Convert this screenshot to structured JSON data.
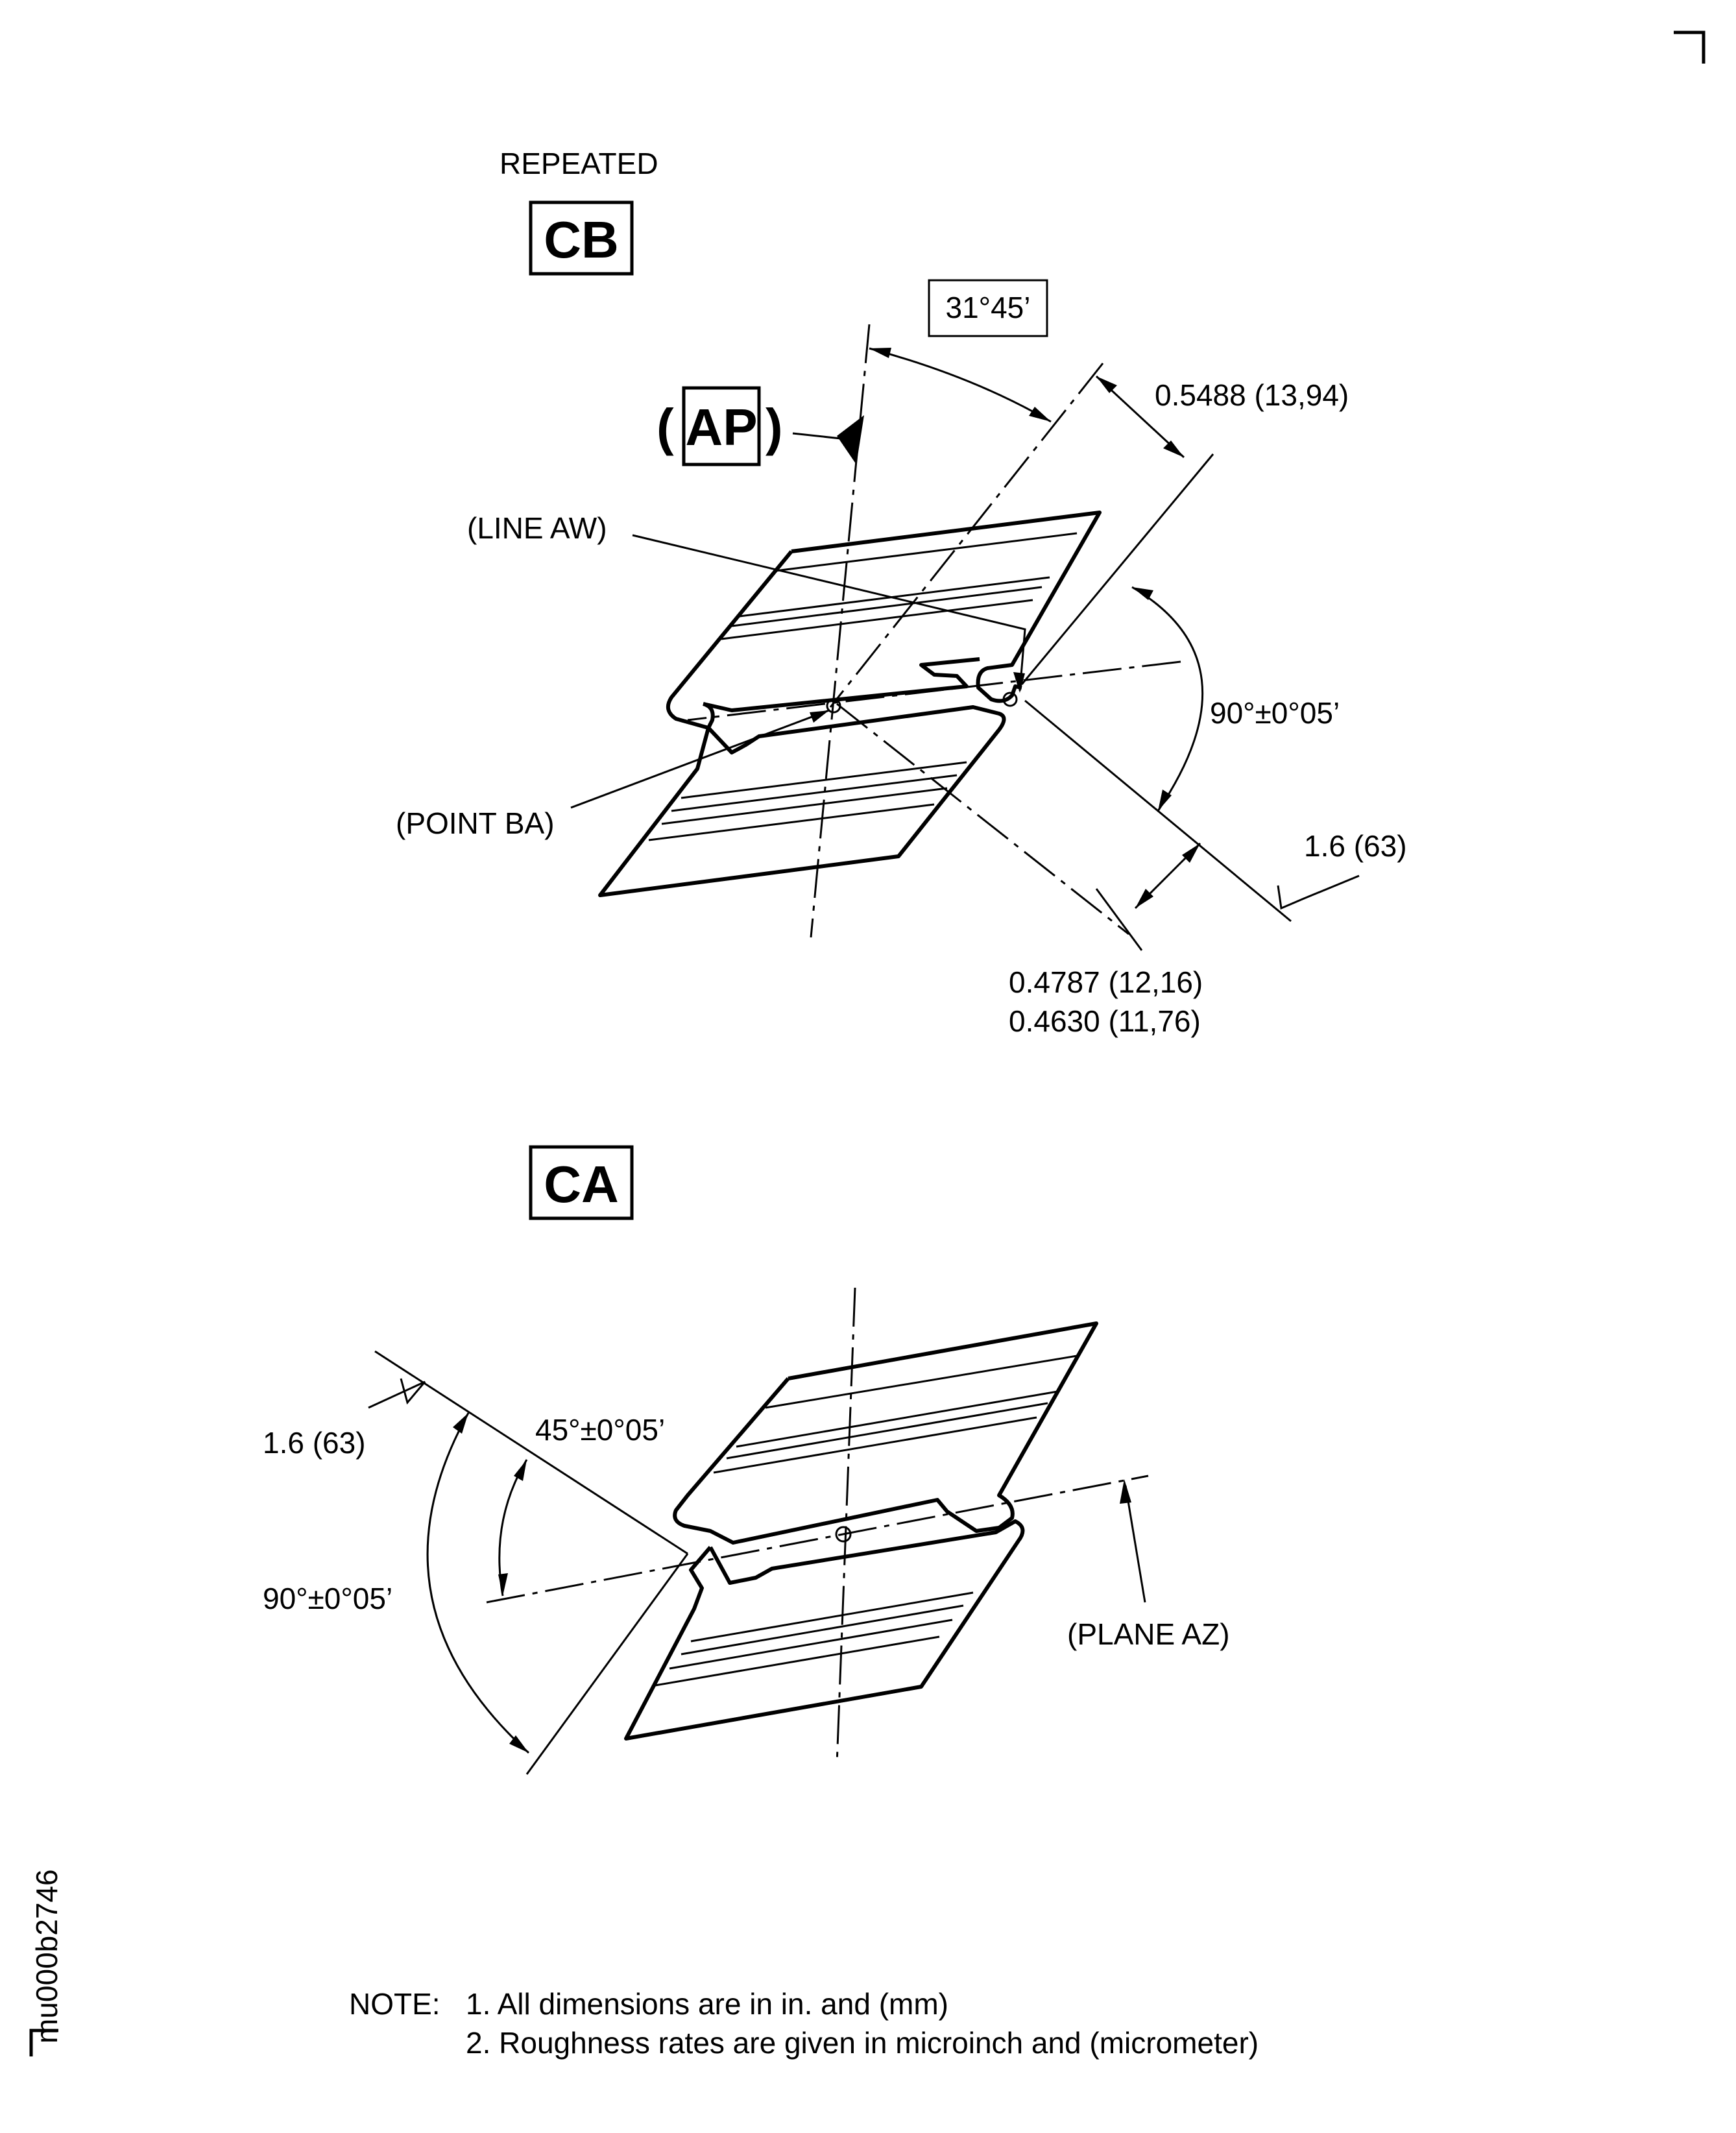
{
  "labels": {
    "repeated": "REPEATED",
    "view_cb": "CB",
    "view_ca": "CA",
    "datum_paren_open": "(",
    "datum_ap": "AP",
    "datum_paren_close": ")",
    "angle_basic": "31°45’",
    "dim_top": "0.5488 (13,94)",
    "line_aw": "(LINE AW)",
    "angle_90_top": "90°±0°05’",
    "point_ba": "(POINT BA)",
    "rough_top": "1.6 (63)",
    "dim_max": "0.4787 (12,16)",
    "dim_min": "0.4630 (11,76)",
    "rough_bottom": "1.6 (63)",
    "angle_45": "45°±0°05’",
    "angle_90_bottom": "90°±0°05’",
    "plane_az": "(PLANE AZ)",
    "side_code": "mu000b2746"
  },
  "notes": {
    "header": "NOTE:",
    "note1": "1. All dimensions are in in. and (mm)",
    "note2": "2. Roughness rates are given in microinch and (micrometer)"
  }
}
